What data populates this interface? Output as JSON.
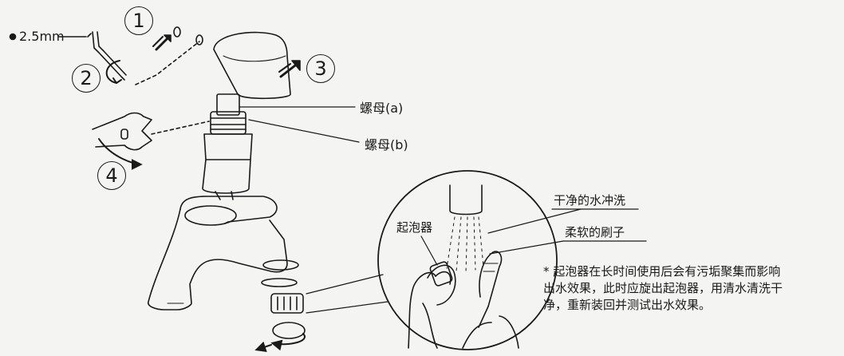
{
  "hex_size_label": "2.5mm",
  "steps": [
    "1",
    "2",
    "3",
    "4"
  ],
  "nut_a_label": "螺母(a)",
  "nut_b_label": "螺母(b)",
  "rinse_label": "干净的水冲洗",
  "aerator_label": "起泡器",
  "brush_label": "柔软的刷子",
  "note_lines": [
    "* 起泡器在长时间使用后会有污垢聚集而影响",
    "出水效果，此时应旋出起泡器，用清水清洗干",
    "净，重新装回并测试出水效果。"
  ],
  "colors": {
    "ink": "#1a1a1a",
    "paper": "#f4f4f2"
  }
}
